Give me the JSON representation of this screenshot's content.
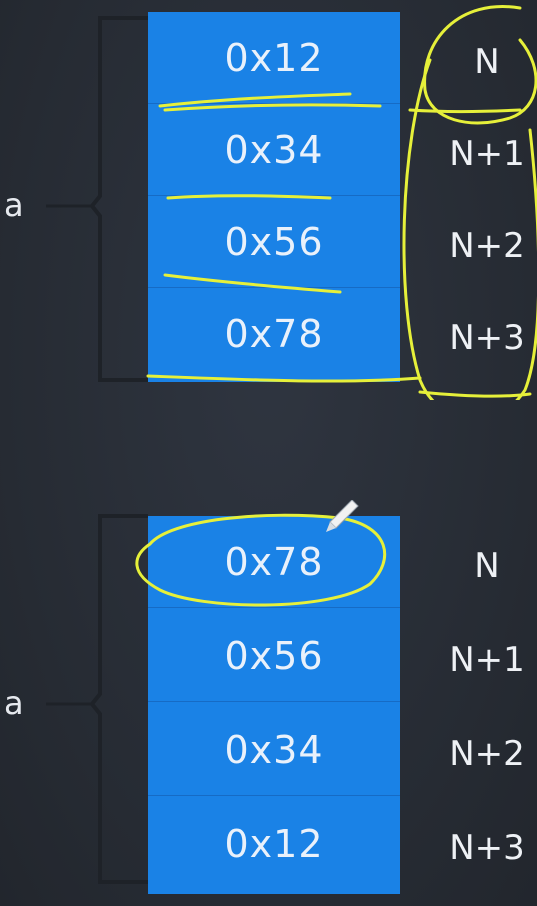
{
  "top": {
    "label": "a",
    "cells": [
      "0x12",
      "0x34",
      "0x56",
      "0x78"
    ],
    "addresses": [
      "N",
      "N+1",
      "N+2",
      "N+3"
    ]
  },
  "bottom": {
    "label": "a",
    "cells": [
      "0x78",
      "0x56",
      "0x34",
      "0x12"
    ],
    "addresses": [
      "N",
      "N+1",
      "N+2",
      "N+3"
    ]
  },
  "colors": {
    "background": "#2a3039",
    "cell_fill": "#1a82e6",
    "annotation": "#e6f03a",
    "bracket": "#1e2228"
  }
}
